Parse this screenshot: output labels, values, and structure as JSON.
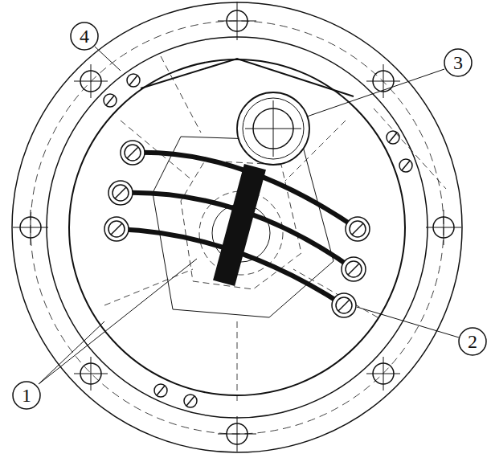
{
  "diagram": {
    "nodes": [
      {
        "text": [
          "4"
        ]
      },
      {
        "text": [
          "3"
        ]
      },
      {
        "text": [
          "2"
        ]
      },
      {
        "text": [
          "1"
        ]
      }
    ]
  }
}
